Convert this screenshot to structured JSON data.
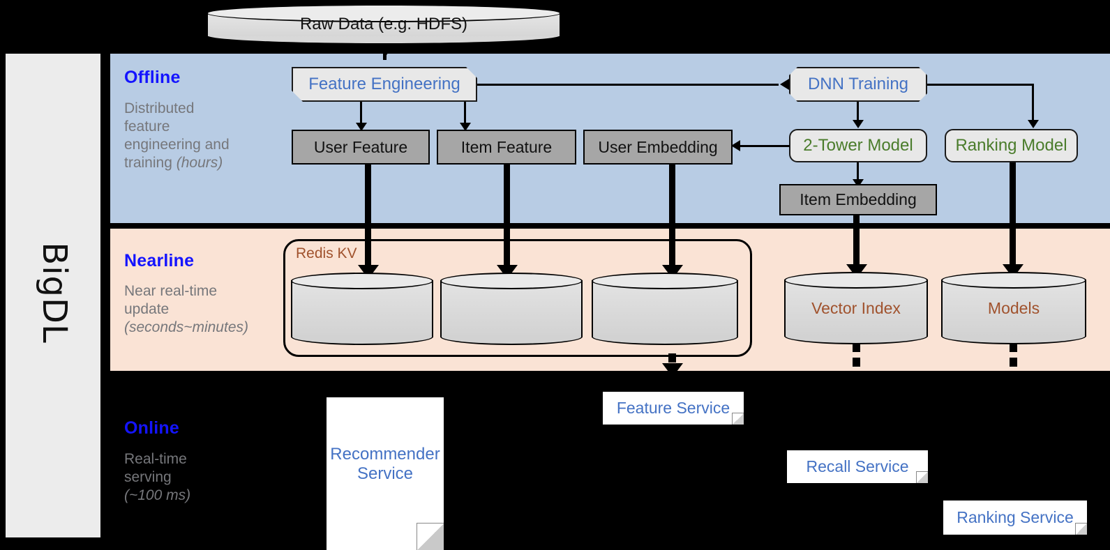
{
  "rail": {
    "label": "BigDL"
  },
  "source": {
    "label": "Raw Data (e.g. HDFS)"
  },
  "bands": [
    {
      "id": "offline",
      "title": "Offline",
      "subtitle": "Distributed feature engineering and ",
      "subtitle_em": "(hours)"
    },
    {
      "id": "nearline",
      "title": "Nearline",
      "subtitle": "Near real-time update ",
      "subtitle_em": "(seconds~minutes)"
    },
    {
      "id": "online",
      "title": "Online",
      "subtitle": "Real-time serving ",
      "subtitle_em": "(~100 ms)"
    }
  ],
  "offline": {
    "title": "Offline",
    "sub_line1": "Distributed",
    "sub_line2": "feature",
    "sub_line3": "engineering and",
    "sub_line4": "training ",
    "sub_em": "(hours)",
    "feature_engineering": "Feature Engineering",
    "dnn_training": "DNN Training",
    "user_feature": "User Feature",
    "item_feature": "Item Feature",
    "user_embedding": "User Embedding",
    "two_tower_model": "2-Tower Model",
    "ranking_model": "Ranking Model",
    "item_embedding": "Item Embedding"
  },
  "nearline": {
    "title": "Nearline",
    "sub_line1": "Near real-time",
    "sub_line2": "update",
    "sub_em": "(seconds~minutes)",
    "redis_kv": "Redis KV",
    "vector_index": "Vector Index",
    "models": "Models"
  },
  "online": {
    "title": "Online",
    "sub_line1": "Real-time",
    "sub_line2": "serving",
    "sub_em": "(~100 ms)",
    "recommender_service": "Recommender Service",
    "feature_service": "Feature Service",
    "recall_service": "Recall Service",
    "ranking_service": "Ranking Service"
  },
  "colors": {
    "offline_band": "#b8cce4",
    "nearline_band": "#fae3d5",
    "online_band": "#000000",
    "band_title": "#1414ff",
    "band_sub": "#76777b",
    "model_green": "#4a7c2b",
    "service_blue": "#4472c4",
    "store_brown": "#a0522d",
    "gray_box": "#a6a6a6",
    "light_box": "#e8e8e8",
    "rail": "#ececec"
  }
}
